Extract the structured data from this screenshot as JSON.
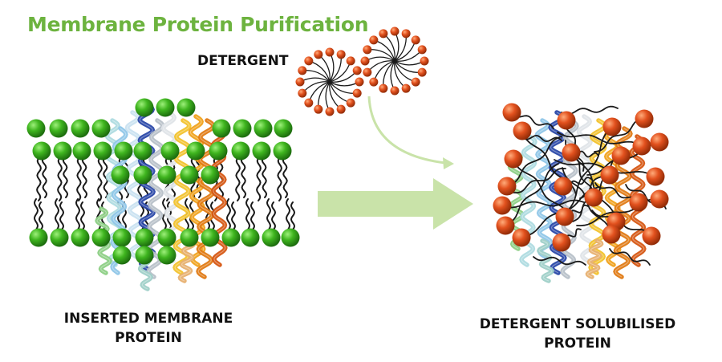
{
  "title": "Membrane Protein Purification",
  "detergent_label": "DETERGENT",
  "left_caption": {
    "line1": "INSERTED MEMBRANE",
    "line2": "PROTEIN"
  },
  "right_caption": {
    "line1": "DETERGENT SOLUBILISED",
    "line2": "PROTEIN"
  },
  "colors": {
    "title_green": "#6db33f",
    "lipid_head": "#3fb51f",
    "detergent_head": "#e2511e",
    "arrow": "#c9e3a9",
    "tail": "#1a1a1a"
  },
  "icons": {
    "lipid_bilayer": "lipid-bilayer-icon",
    "detergent_micelle": "detergent-micelle-icon",
    "protein_helices": "protein-helix-bundle-icon",
    "big_arrow": "right-arrow-icon",
    "curved_arrow": "curved-arrow-icon"
  }
}
